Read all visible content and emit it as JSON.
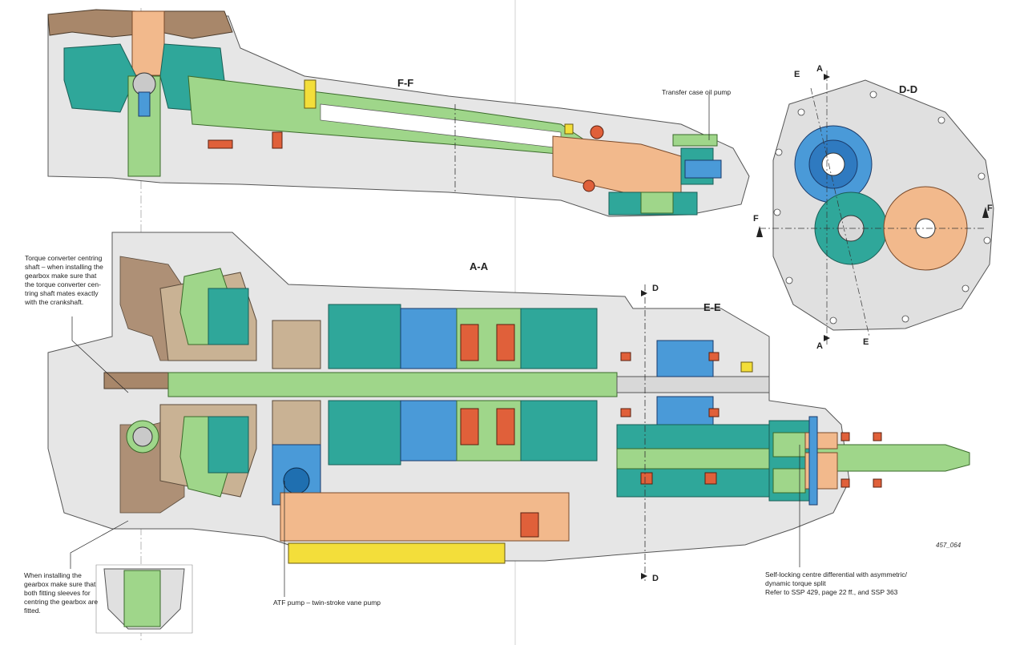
{
  "sections": {
    "ff": "F-F",
    "aa": "A-A",
    "dd": "D-D",
    "ee": "E-E"
  },
  "section_markers": {
    "d_top": "D",
    "d_bottom": "D",
    "e_top": "E",
    "a_top": "A",
    "a_bottom": "A",
    "e_bottom": "E",
    "f_left": "F",
    "f_right": "F"
  },
  "callouts": {
    "transfer_pump": "Transfer case oil pump",
    "torque_converter": [
      "Torque converter centring",
      "shaft – when installing the",
      "gearbox make sure that",
      "the torque converter cen-",
      "tring shaft mates exactly",
      "with the crankshaft."
    ],
    "sleeves": [
      "When installing the",
      "gearbox make sure that",
      "both fitting sleeves for",
      "centring the gearbox are",
      "fitted."
    ],
    "atf_pump": "ATF pump – twin-stroke vane pump",
    "differential": [
      "Self-locking centre differential with asymmetric/",
      "dynamic torque split",
      "Refer to SSP 429, page 22 ff., and SSP 363"
    ]
  },
  "figure_ref": "457_064",
  "colors": {
    "green": "#9fd68a",
    "teal": "#2fa79a",
    "blue": "#4a9ad8",
    "orange": "#f2b98c",
    "brown": "#a8876a",
    "grey": "#c9c9c9",
    "yellow": "#f3de3a",
    "red": "#e0603a"
  }
}
